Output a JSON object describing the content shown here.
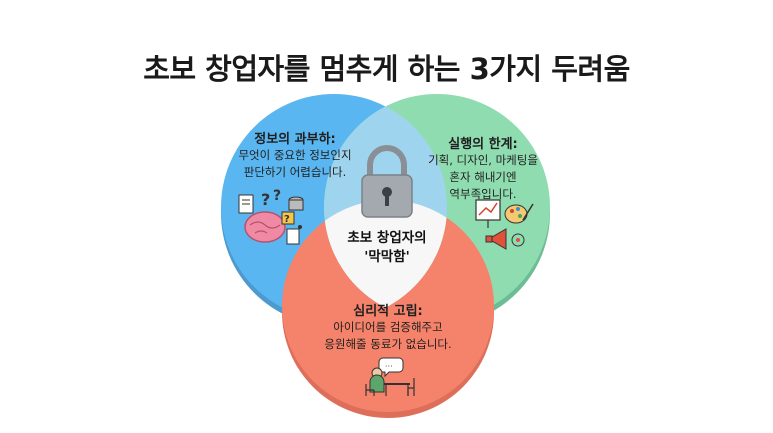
{
  "title": "초보 창업자를 멈추게 하는 3가지 두려움",
  "circles": [
    {
      "id": "info",
      "heading": "정보의 과부하:",
      "body_line1": "무엇이 중요한 정보인지",
      "body_line2": "판단하기 어렵습니다.",
      "color": "#5ab6f0",
      "icon": "brain-documents-icon"
    },
    {
      "id": "skill",
      "heading": "실행의 한계:",
      "body_line1": "기획, 디자인, 마케팅을",
      "body_line2": "혼자 해내기엔",
      "body_line3": "역부족입니다.",
      "color": "#8fdcb0",
      "icon": "chart-palette-megaphone-icon"
    },
    {
      "id": "isolation",
      "heading": "심리적 고립:",
      "body_line1": "아이디어를 검증해주고",
      "body_line2": "응원해줄 동료가 없습니다.",
      "color": "#f5826a",
      "icon": "lonely-person-at-desk-icon"
    }
  ],
  "center": {
    "line1": "초보 창업자의",
    "line2": "'막막함'",
    "icon": "padlock-icon"
  }
}
